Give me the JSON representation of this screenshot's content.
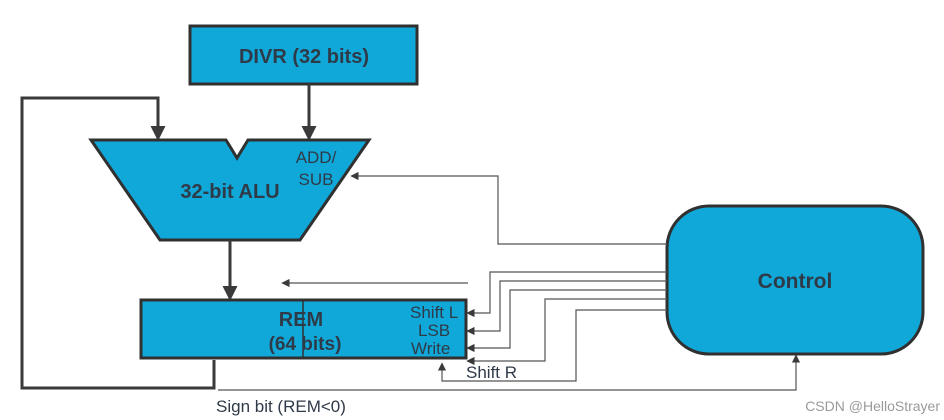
{
  "divr": {
    "label": "DIVR (32 bits)"
  },
  "alu": {
    "label": "32-bit ALU",
    "op_top": "ADD/",
    "op_bottom": "SUB"
  },
  "rem": {
    "label": "REM",
    "sublabel": "(64 bits)",
    "port_shift_left": "Shift L",
    "port_lsb": "LSB",
    "port_write": "Write"
  },
  "control": {
    "label": "Control"
  },
  "signals": {
    "shift_right": "Shift R",
    "sign_bit": "Sign bit (REM<0)"
  },
  "watermark": "CSDN @HelloStrayer",
  "colors": {
    "block_fill": "#10a8d8",
    "block_stroke": "#303030",
    "line": "#3a3a3a",
    "label": "#2f3a48"
  }
}
